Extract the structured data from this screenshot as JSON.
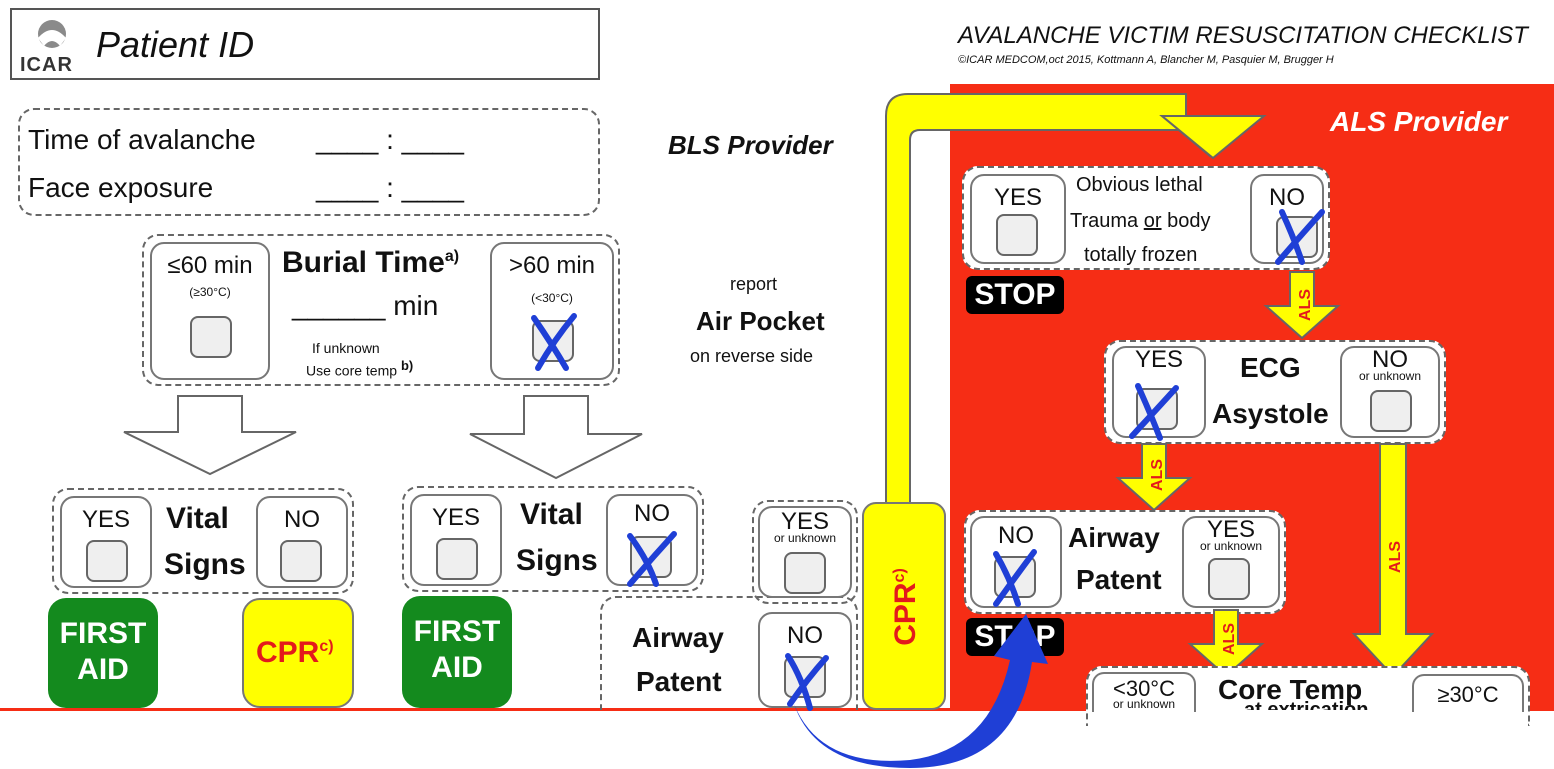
{
  "header": {
    "logo_text": "ICAR",
    "patient_id_label": "Patient ID",
    "title": "AVALANCHE VICTIM RESUSCITATION CHECKLIST",
    "credit": "©ICAR MEDCOM,oct 2015, Kottmann A, Blancher M, Pasquier M, Brugger H"
  },
  "times": {
    "avalanche_label": "Time of avalanche",
    "avalanche_value": "____ : ____",
    "face_label": "Face exposure",
    "face_value": "____ : ____"
  },
  "burial": {
    "short_label": "≤60 min",
    "short_sub": "(≥30°C)",
    "title": "Burial Time",
    "title_sup": "a)",
    "min_line": "______ min",
    "unknown_line1": "If unknown",
    "unknown_line2": "Use core temp",
    "unknown_sup": "b)",
    "long_label": ">60 min",
    "long_sub": "(<30°C)"
  },
  "vital_left": {
    "yes": "YES",
    "title1": "Vital",
    "title2": "Signs",
    "no": "NO"
  },
  "vital_right": {
    "yes": "YES",
    "title1": "Vital",
    "title2": "Signs",
    "no": "NO"
  },
  "actions": {
    "first_aid_left": "FIRST\nAID",
    "cpr_left": "CPR",
    "cpr_sup": "c)",
    "first_aid_right": "FIRST\nAID"
  },
  "bls": {
    "provider": "BLS Provider",
    "report": "report",
    "air_pocket": "Air Pocket",
    "reverse": "on reverse side",
    "yes": "YES",
    "yes_sub": "or unknown",
    "airway1": "Airway",
    "airway2": "Patent",
    "no": "NO",
    "cpr_bar": "CPR",
    "cpr_bar_sup": "c)"
  },
  "als": {
    "provider": "ALS Provider",
    "lethal_yes": "YES",
    "lethal_text1": "Obvious lethal",
    "lethal_text2a": "Trauma ",
    "lethal_text2b": "or",
    "lethal_text2c": " body",
    "lethal_text3": "totally frozen",
    "lethal_no": "NO",
    "stop1": "STOP",
    "arrow_label": "ALS",
    "ecg_yes": "YES",
    "ecg1": "ECG",
    "ecg2": "Asystole",
    "ecg_no": "NO",
    "ecg_no_sub": "or unknown",
    "airway_no": "NO",
    "airway1": "Airway",
    "airway2": "Patent",
    "airway_yes": "YES",
    "airway_yes_sub": "or unknown",
    "stop2": "STOP",
    "core_lt": "<30°C",
    "core_lt_sub": "or unknown",
    "core_title": "Core Temp",
    "core_sub": "at extrication",
    "core_ge": "≥30°C"
  },
  "colors": {
    "red": "#f62d15",
    "yellow": "#ffff00",
    "green": "#148a1e",
    "blue": "#1f3fd6"
  }
}
